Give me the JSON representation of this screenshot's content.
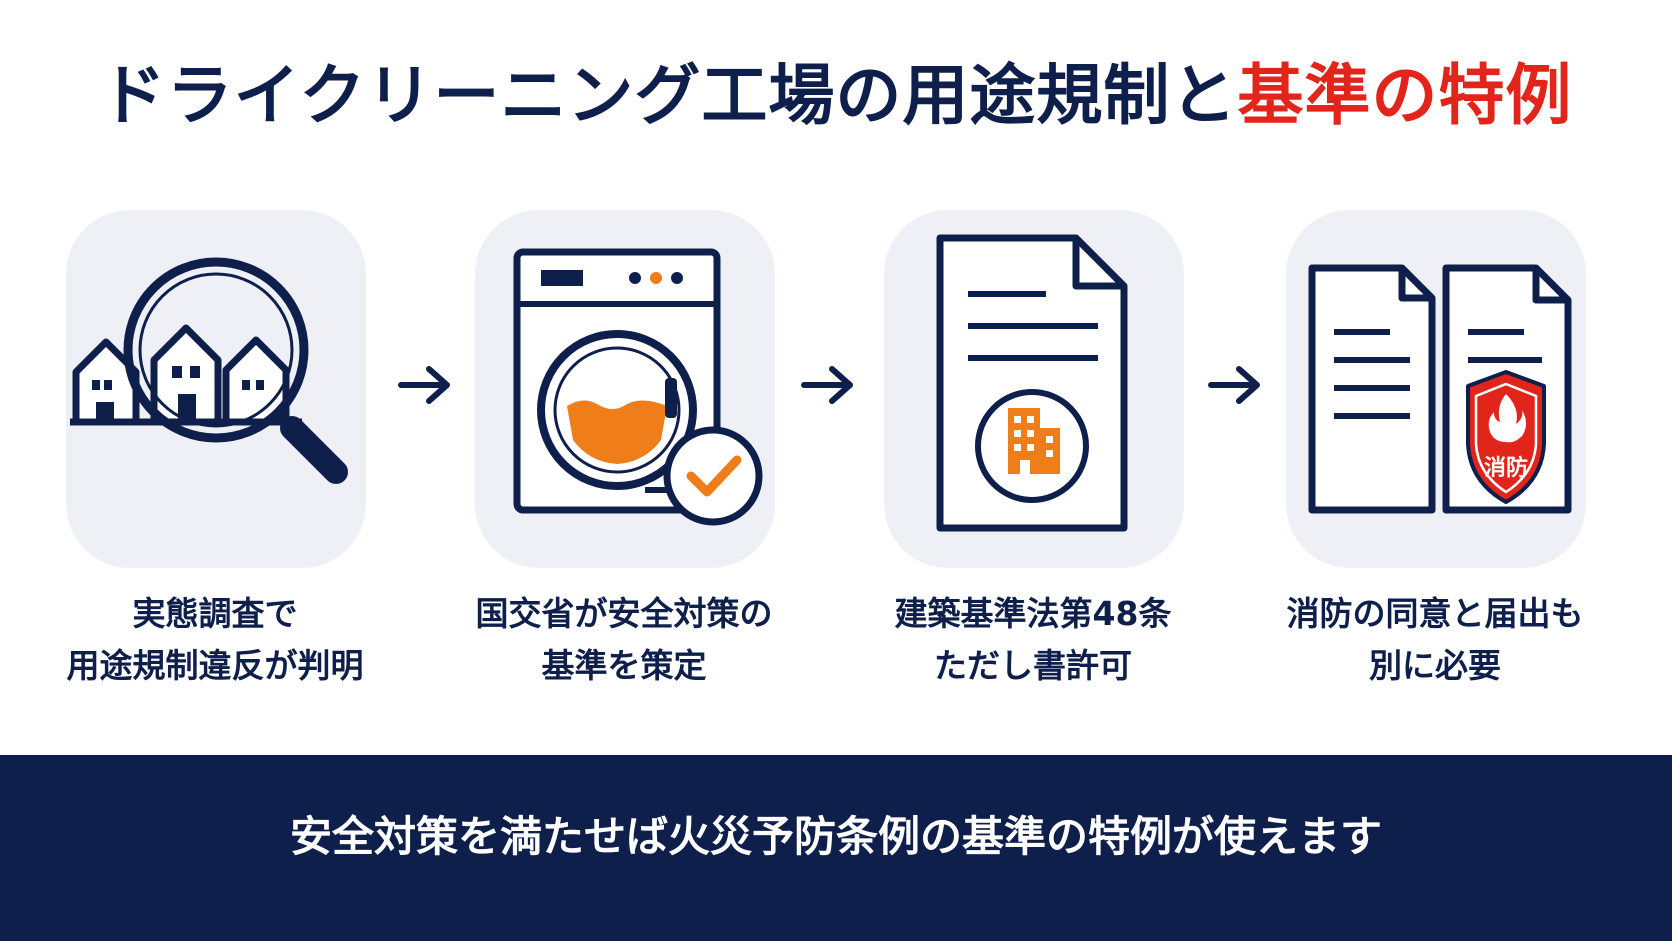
{
  "title": {
    "main": "ドライクリーニング工場の用途規制と",
    "highlight": "基準の特例"
  },
  "steps": [
    {
      "icon": "house-magnifier-icon",
      "line1": "実態調査で",
      "line2": "用途規制違反が判明"
    },
    {
      "icon": "washing-machine-check-icon",
      "line1": "国交省が安全対策の",
      "line2": "基準を策定"
    },
    {
      "icon": "document-building-icon",
      "line1": "建築基準法第48条",
      "line2": "ただし書許可"
    },
    {
      "icon": "documents-fire-shield-icon",
      "line1": "消防の同意と届出も",
      "line2": "別に必要",
      "badge": "消防"
    }
  ],
  "footer": {
    "text": "安全対策を満たせば火災予防条例の基準の特例が使えます"
  },
  "colors": {
    "navy": "#0f1f4b",
    "accent_red": "#e1251b",
    "accent_orange": "#ef7d1a",
    "tile_bg": "#eef0f5"
  }
}
